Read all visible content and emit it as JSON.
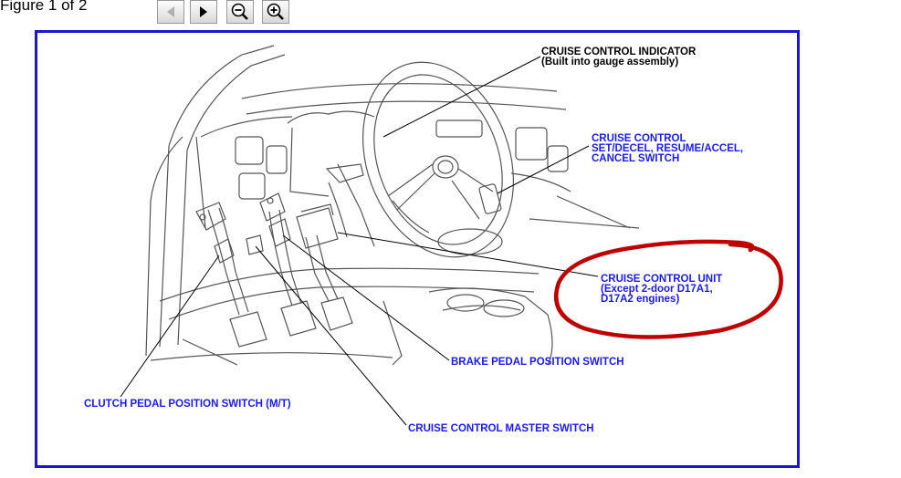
{
  "toolbar": {
    "figure_label": "Figure 1 of 2",
    "prev_icon": "triangle-left-icon",
    "next_icon": "triangle-right-icon",
    "zoom_out_icon": "magnifier-minus-icon",
    "zoom_in_icon": "magnifier-plus-icon"
  },
  "diagram": {
    "labels": {
      "indicator_line1": "CRUISE CONTROL INDICATOR",
      "indicator_line2": "(Built into gauge assembly)",
      "switch_line1": "CRUISE CONTROL",
      "switch_line2": "SET/DECEL, RESUME/ACCEL,",
      "switch_line3": "CANCEL SWITCH",
      "unit_line1": "CRUISE CONTROL UNIT",
      "unit_line2": "(Except 2-door D17A1,",
      "unit_line3": "D17A2 engines)",
      "brake": "BRAKE PEDAL POSITION SWITCH",
      "clutch": "CLUTCH PEDAL POSITION SWITCH (M/T)",
      "master": "CRUISE CONTROL MASTER SWITCH"
    },
    "colors": {
      "border": "#1818c8",
      "label_blue": "#1a1aff",
      "highlight_red": "#c00000"
    }
  }
}
